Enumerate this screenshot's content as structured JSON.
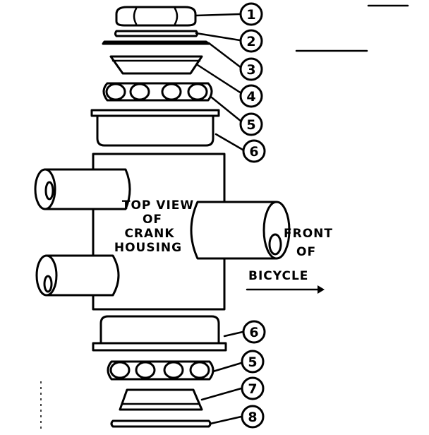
{
  "callouts": {
    "c1": "1",
    "c2": "2",
    "c3": "3",
    "c4": "4",
    "c5_top": "5",
    "c6_top": "6",
    "c6_bottom": "6",
    "c5_bottom": "5",
    "c7": "7",
    "c8": "8"
  },
  "housing_label": {
    "line1": "TOP VIEW",
    "line2": "OF",
    "line3": "CRANK",
    "line4": "HOUSING"
  },
  "direction_label": {
    "line1": "FRONT",
    "line2": "OF",
    "line3": "BICYCLE"
  }
}
